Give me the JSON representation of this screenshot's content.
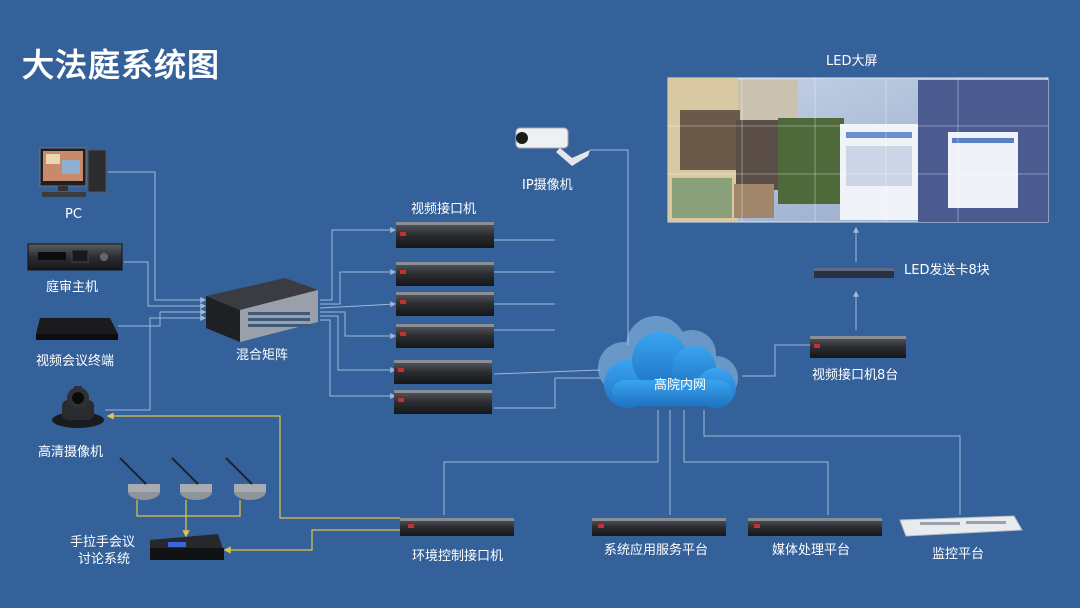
{
  "title": "大法庭系统图",
  "colors": {
    "background": "#34619a",
    "link_line": "#9fb6d8",
    "control_line": "#e2c34a",
    "cloud": "#2f8fdc"
  },
  "labels": {
    "pc": "PC",
    "trial_host": "庭审主机",
    "video_conf": "视频会议终端",
    "hd_camera": "高清摄像机",
    "mixing_matrix": "混合矩阵",
    "video_interface": "视频接口机",
    "ip_camera": "IP摄像机",
    "led_screen": "LED大屏",
    "led_card": "LED发送卡8块",
    "video_interface_8": "视频接口机8台",
    "network": "高院内网",
    "mic_system_line1": "手拉手会议",
    "mic_system_line2": "讨论系统",
    "env_control": "环境控制接口机",
    "app_server": "系统应用服务平台",
    "media_platform": "媒体处理平台",
    "monitor_platform": "监控平台"
  }
}
